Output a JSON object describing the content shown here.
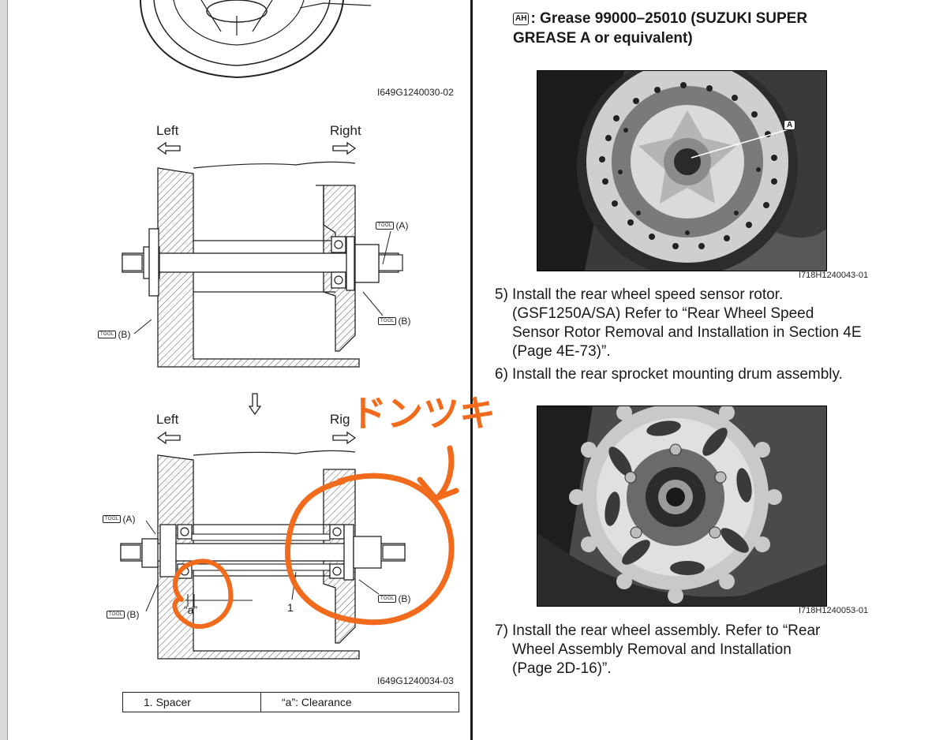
{
  "left_page": {
    "figure1": {
      "code": "I649G1240030-02"
    },
    "figure2": {
      "left_label": "Left",
      "right_label": "Right",
      "tool_a": "(A)",
      "tool_b_right": "(B)",
      "tool_b_left": "(B)"
    },
    "figure3": {
      "left_label": "Left",
      "right_label": "Rig",
      "tool_a": "(A)",
      "tool_b_right": "(B)",
      "tool_b_left": "(B)",
      "clearance_mark": "“a”",
      "part_number": "1",
      "code": "I649G1240034-03"
    },
    "tool_word": "TOOL",
    "legend": {
      "item1": "1.  Spacer",
      "item2": "“a”:  Clearance"
    }
  },
  "annotation": {
    "text": "ドンツキ",
    "color": "#f26a1b"
  },
  "right_page": {
    "grease": {
      "icon_text": "AH",
      "line1": ":  Grease 99000–25010 (SUZUKI SUPER",
      "line2": "GREASE A or equivalent)"
    },
    "photo1": {
      "code": "I718H1240043-01",
      "icon_text": "A"
    },
    "step5": {
      "number": "5)",
      "line1": "Install the rear wheel speed sensor rotor.",
      "line2": "(GSF1250A/SA) Refer to “Rear Wheel Speed",
      "line3": "Sensor Rotor Removal and Installation in Section 4E",
      "line4": "(Page 4E-73)”."
    },
    "step6": {
      "number": "6)",
      "line1": "Install the rear sprocket mounting drum assembly."
    },
    "photo2": {
      "code": "I718H1240053-01"
    },
    "step7": {
      "number": "7)",
      "line1": "Install the rear wheel assembly. Refer to “Rear",
      "line2": "Wheel Assembly Removal and Installation",
      "line3": "(Page 2D-16)”."
    }
  }
}
